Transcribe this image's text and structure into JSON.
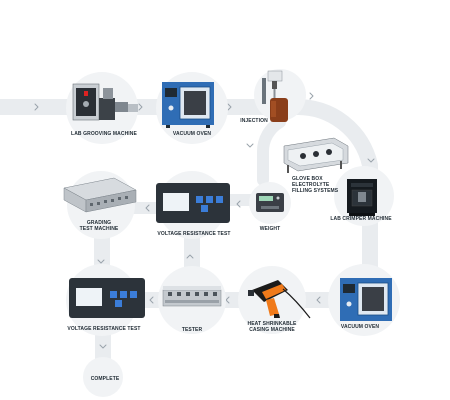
{
  "diagram": {
    "title": "",
    "steps": [
      {
        "label": "LAB GROOVING MACHINE",
        "icon": "grooving-machine-icon"
      },
      {
        "label": "VACUUM OVEN",
        "icon": "vacuum-oven-icon"
      },
      {
        "label": "INJECTION",
        "icon": "injection-burette-icon"
      },
      {
        "label": "GLOVE BOX\nELECTROLYTE\nFILLING SYSTEMS",
        "icon": "glove-box-icon"
      },
      {
        "label": "LAB CRIMPER MACHINE",
        "icon": "crimper-machine-icon"
      },
      {
        "label": "WEIGHT",
        "icon": "scale-icon"
      },
      {
        "label": "VOLTAGE RESISTANCE TEST",
        "icon": "voltage-tester-icon"
      },
      {
        "label": "GRADING\nTEST MACHINE",
        "icon": "grading-machine-icon"
      },
      {
        "label": "VACUUM OVEN",
        "icon": "vacuum-oven-icon"
      },
      {
        "label": "HEAT SHRINKABLE\nCASING MACHINE",
        "icon": "heat-gun-icon"
      },
      {
        "label": "TESTER",
        "icon": "battery-tester-icon"
      },
      {
        "label": "VOLTAGE RESISTANCE TEST",
        "icon": "voltage-tester-icon"
      },
      {
        "label": "COMPLETE",
        "icon": ""
      }
    ]
  },
  "colors": {
    "path": "#e9ecef",
    "arrow": "#9aa3ab",
    "label": "#1f2a33",
    "oven_blue": "#2f6db5",
    "device_dark": "#2c333a",
    "device_screen": "#eef3f7",
    "heat_gun_orange": "#f07a1a",
    "heat_gun_black": "#1b1b1b"
  }
}
